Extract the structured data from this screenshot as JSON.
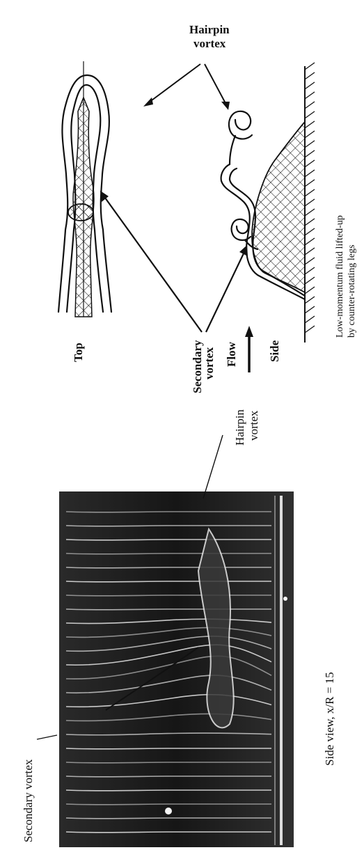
{
  "photo": {
    "caption": "Side view, x/R = 15",
    "label_secondary": "Secondary vortex",
    "label_hairpin_line1": "Hairpin",
    "label_hairpin_line2": "vortex"
  },
  "schematic": {
    "label_top": "Top",
    "label_side": "Side",
    "label_flow": "Flow",
    "label_secondary_line1": "Secondary",
    "label_secondary_line2": "vortex",
    "label_hairpin_line1": "Hairpin",
    "label_hairpin_line2": "vortex",
    "label_lowmomentum_line1": "Low-momentum fluid lifted-up",
    "label_lowmomentum_line2": "by counter-rotating legs"
  },
  "colors": {
    "photo_bg": "#1c1c1c",
    "streak": "#e8e8e8",
    "ink": "#111111"
  }
}
